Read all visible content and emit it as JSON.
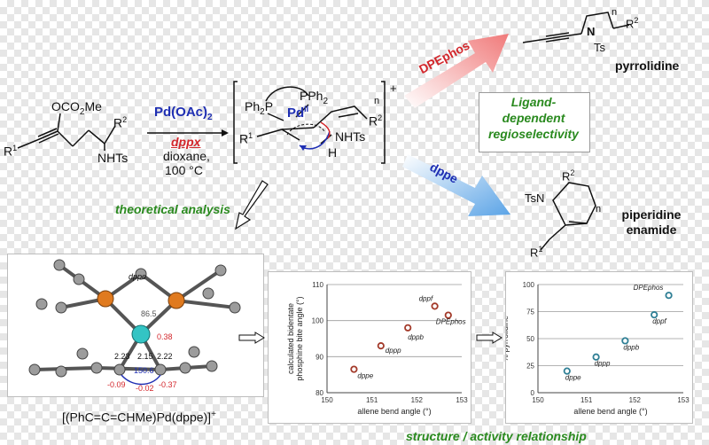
{
  "reaction": {
    "reactant_ester": "OCO",
    "reactant_ester_sub": "2",
    "reactant_ester_tail": "Me",
    "reactant_r1": "R",
    "reactant_r1_sup": "1",
    "reactant_r2": "R",
    "reactant_r2_sup": "2",
    "reactant_nhts": "NHTs",
    "catalyst": "Pd(OAc)",
    "catalyst_sub": "2",
    "ligand": "dppx",
    "solvent": "dioxane,",
    "temperature": "100 °C"
  },
  "intermediate": {
    "ph2p": "Ph",
    "ph2p_sub": "2",
    "ph2p_tail": "P",
    "pph2": "PPh",
    "pph2_sub": "2",
    "pd": "Pd",
    "pd_sup": "II",
    "r1": "R",
    "r1_sup": "1",
    "r2": "R",
    "r2_sup": "2",
    "n_label": "n",
    "nhts": "NHTs",
    "h": "H",
    "charge": "+"
  },
  "pathways": {
    "upper_ligand": "DPEphos",
    "lower_ligand": "dppe",
    "center_label": "Ligand-\ndependent\nregioselectivity"
  },
  "products": {
    "pyrrolidine": {
      "name": "pyrrolidine",
      "n": "n",
      "r2": "R",
      "r2_sup": "2",
      "nlabel": "N",
      "ts": "Ts"
    },
    "piperidine": {
      "name": "piperidine\nenamide",
      "n": "n",
      "r2": "R",
      "r2_sup": "2",
      "ts_n": "TsN",
      "r1": "R",
      "r1_sup": "1"
    }
  },
  "analysis_label": "theoretical analysis",
  "structure": {
    "formula_prefix": "[(PhC=C=CHMe)Pd(dppe)]",
    "formula_sup": "+",
    "ligand_label": "dppe",
    "dist_pp": "86.5",
    "charge_pd": "0.38",
    "dist_a": "2.23",
    "dist_b": "2.15",
    "dist_c": "2.22",
    "angle": "150.6",
    "charge_c1": "-0.09",
    "charge_c2": "-0.02",
    "charge_c3": "-0.37"
  },
  "relationship_label": "structure / activity relationship",
  "colors": {
    "blue": "#1f2fb3",
    "red": "#d3262b",
    "green": "#2a8a1f",
    "point_red": "#a33a2a",
    "point_teal": "#2f7f95"
  },
  "chart_data": [
    {
      "type": "scatter",
      "xlabel": "allene bend angle (°)",
      "ylabel": "calculated bidentate\nphosphine bite angle (°)",
      "xlim": [
        150,
        153
      ],
      "ylim": [
        80,
        110
      ],
      "xticks": [
        150,
        151,
        152,
        153
      ],
      "yticks": [
        80,
        90,
        100,
        110
      ],
      "grid": true,
      "points": [
        {
          "label": "dppe",
          "x": 150.6,
          "y": 86.5
        },
        {
          "label": "dppp",
          "x": 151.2,
          "y": 93
        },
        {
          "label": "dppb",
          "x": 151.8,
          "y": 98
        },
        {
          "label": "dppf",
          "x": 152.4,
          "y": 104
        },
        {
          "label": "DPEphos",
          "x": 152.7,
          "y": 101.5
        }
      ]
    },
    {
      "type": "scatter",
      "xlabel": "allene bend angle (°)",
      "ylabel": "% pyrrolidine",
      "xlim": [
        150,
        153
      ],
      "ylim": [
        0,
        100
      ],
      "xticks": [
        150,
        151,
        152,
        153
      ],
      "yticks": [
        0,
        25,
        50,
        75,
        100
      ],
      "grid": true,
      "points": [
        {
          "label": "dppe",
          "x": 150.6,
          "y": 20
        },
        {
          "label": "dppp",
          "x": 151.2,
          "y": 33
        },
        {
          "label": "dppb",
          "x": 151.8,
          "y": 48
        },
        {
          "label": "dppf",
          "x": 152.4,
          "y": 72
        },
        {
          "label": "DPEphos",
          "x": 152.7,
          "y": 90
        }
      ]
    }
  ]
}
